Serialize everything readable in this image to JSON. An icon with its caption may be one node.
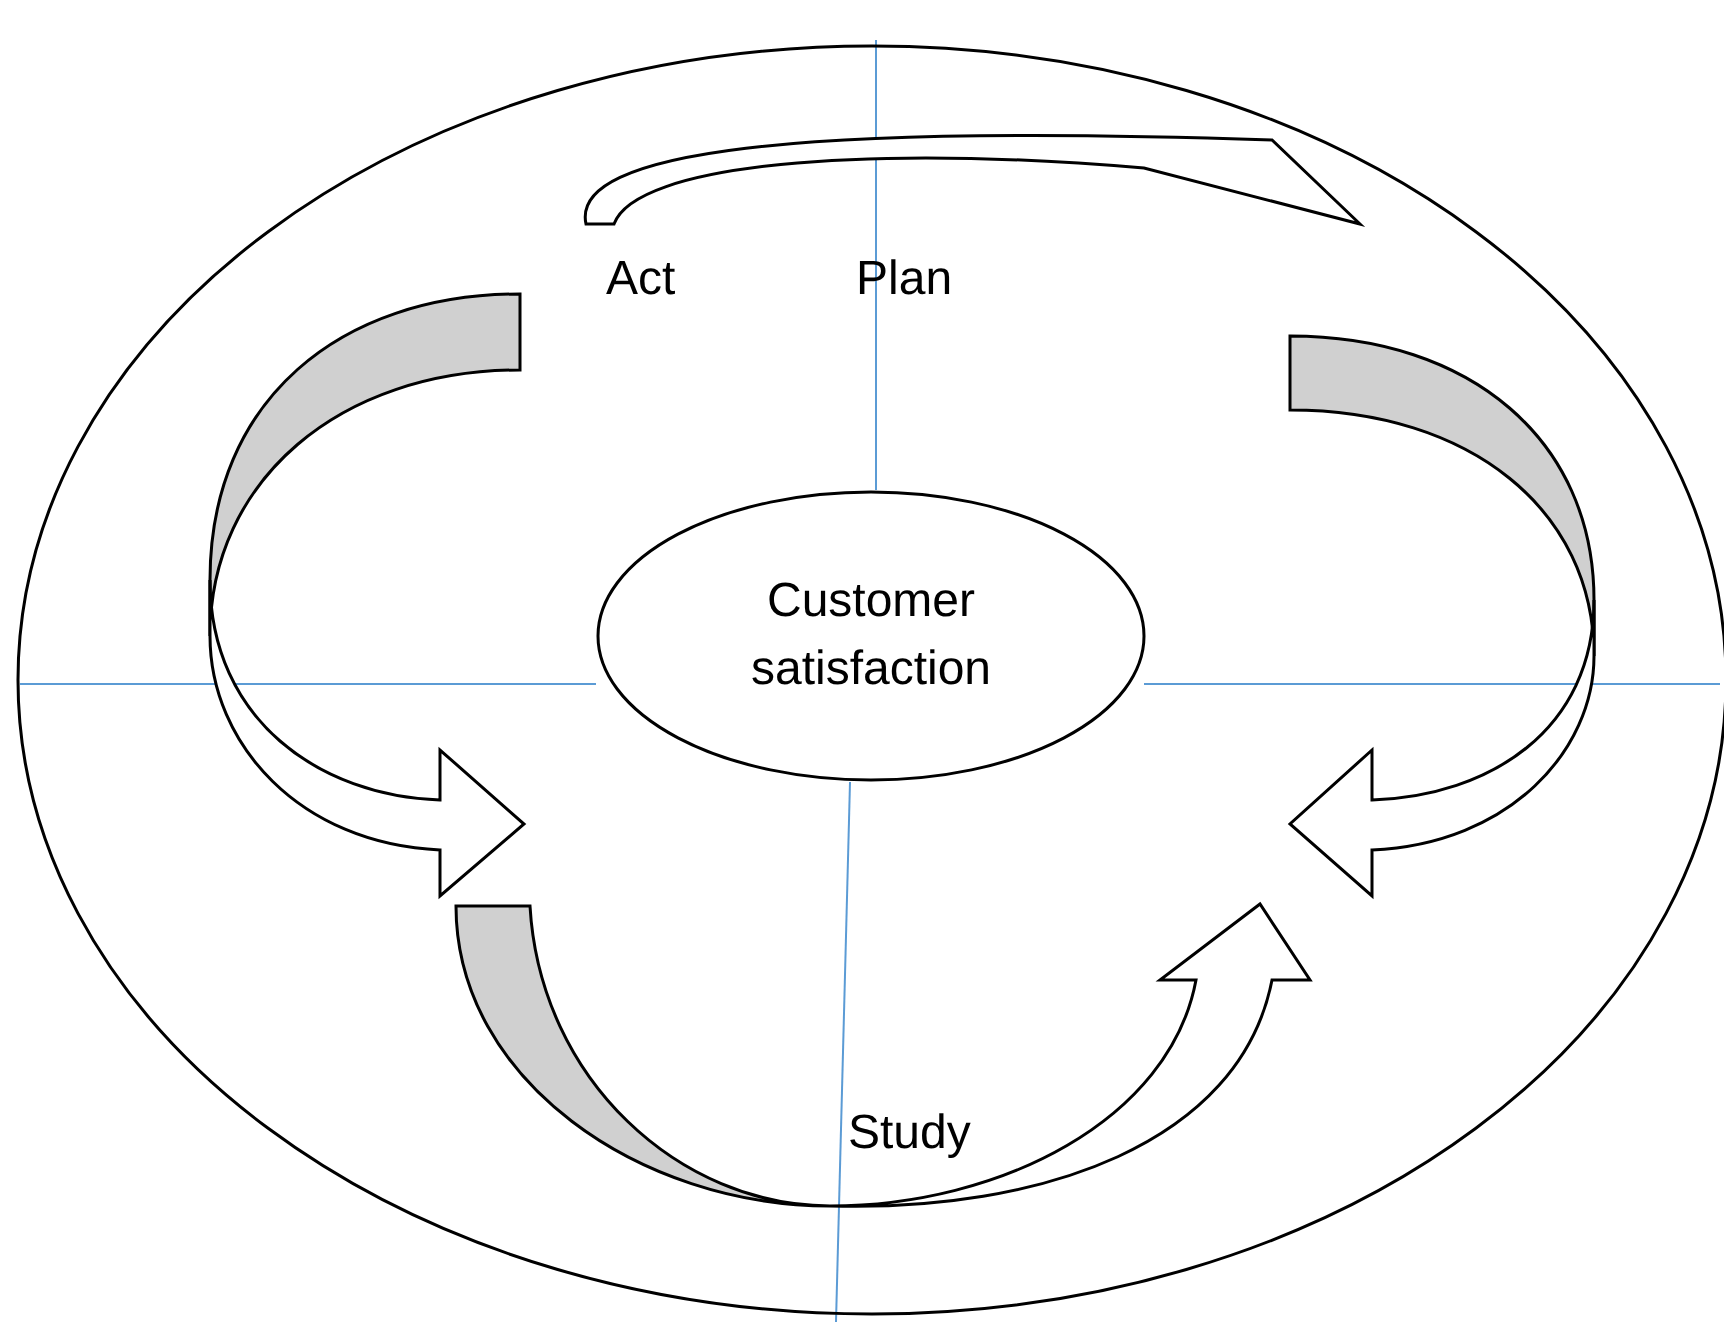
{
  "diagram": {
    "nodes": [
      {
        "text": [],
        "shape": "circle"
      },
      {
        "text": [
          "Customer satisfaction"
        ],
        "in": 0
      }
    ],
    "labels": [
      "Act",
      "Plan",
      "Study"
    ]
  }
}
